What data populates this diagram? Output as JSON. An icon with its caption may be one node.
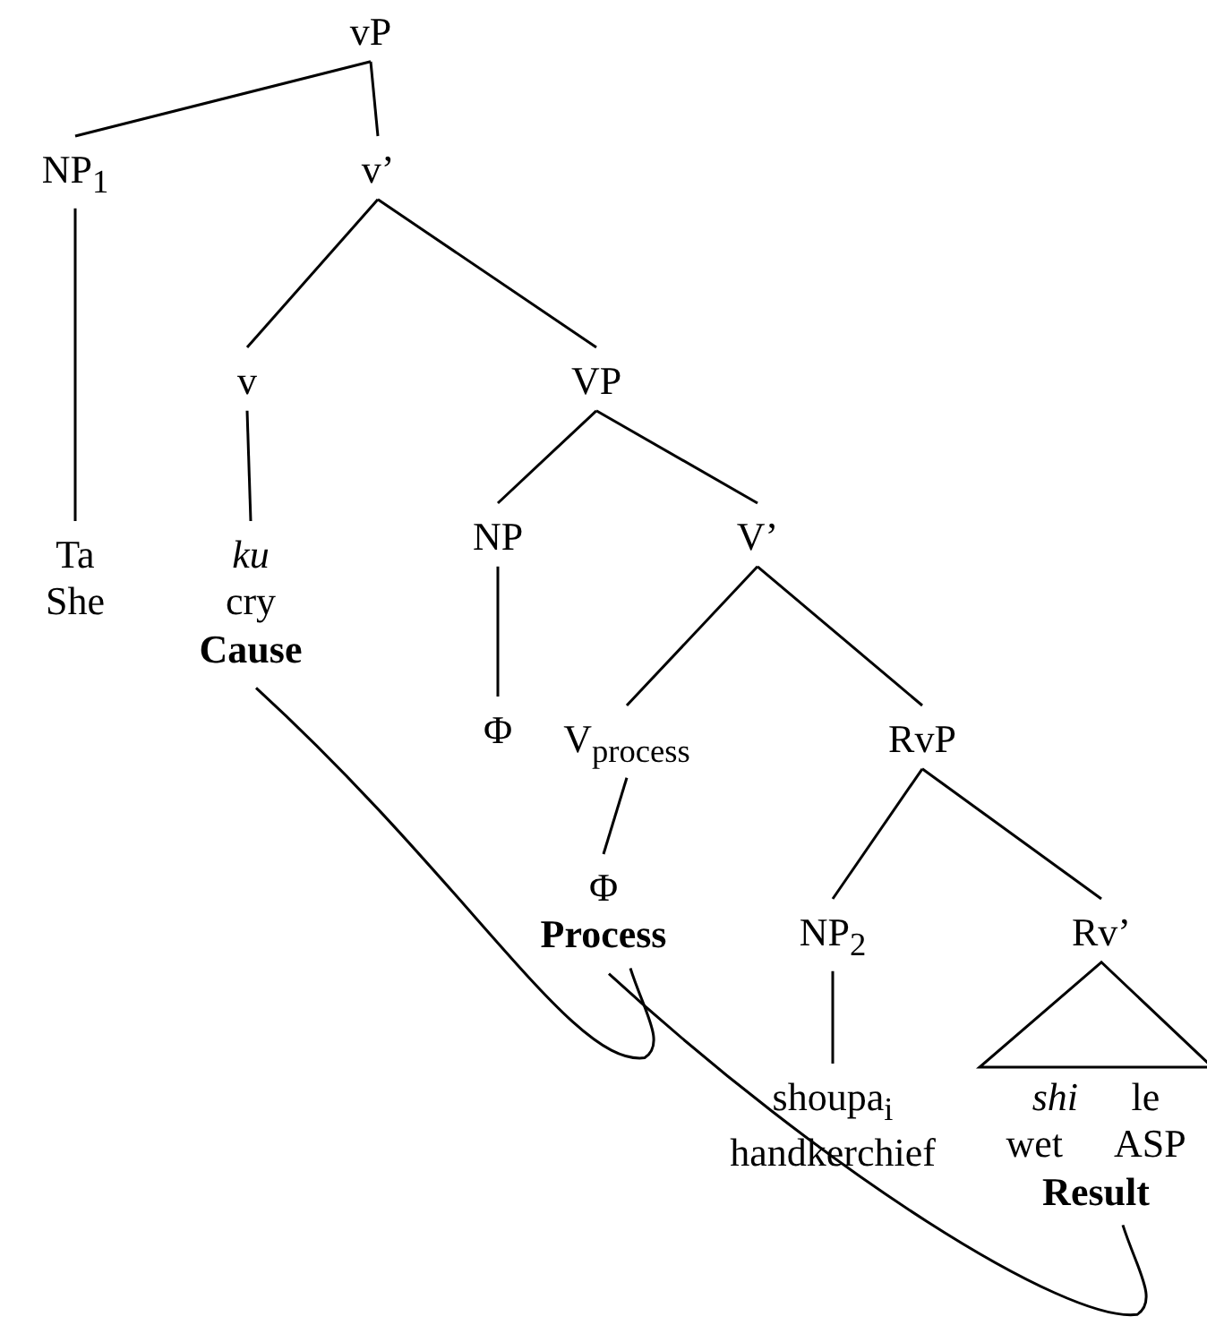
{
  "diagram": {
    "nodes": [
      {
        "text": [
          "vP"
        ]
      },
      {
        "text": [
          "NP$_{1}$"
        ]
      },
      {
        "text": [
          "v’"
        ]
      },
      {
        "text": [
          "Ta",
          "She"
        ]
      },
      {
        "text": [
          "v"
        ]
      },
      {
        "text": [
          "VP"
        ]
      },
      {
        "text": [
          "ku",
          "cry",
          "Cause"
        ]
      },
      {
        "text": [
          "NP"
        ]
      },
      {
        "text": [
          "V’"
        ]
      },
      {
        "text": [
          "Φ"
        ]
      },
      {
        "text": [
          "V$_{process}$"
        ]
      },
      {
        "text": [
          "RvP"
        ]
      },
      {
        "text": [
          "Φ",
          "Process"
        ]
      },
      {
        "text": [
          "NP$_{2}$"
        ]
      },
      {
        "text": [
          "Rv’"
        ]
      },
      {
        "text": [
          "*shi* le",
          "wet ASP",
          "Result"
        ]
      },
      {
        "text": [
          "shoupa$_{i}$",
          "handkerchief"
        ]
      }
    ],
    "edges": [
      {
        "from": 0,
        "to": 1,
        "arrow": "none"
      },
      {
        "from": 0,
        "to": 2,
        "arrow": "none"
      },
      {
        "from": 1,
        "to": 3,
        "arrow": "none"
      },
      {
        "from": 2,
        "to": 4,
        "arrow": "none"
      },
      {
        "from": 2,
        "to": 5,
        "arrow": "none"
      },
      {
        "from": 4,
        "to": 6,
        "arrow": "none"
      },
      {
        "from": 5,
        "to": 7,
        "arrow": "none"
      },
      {
        "from": 5,
        "to": 8,
        "arrow": "none"
      },
      {
        "from": 7,
        "to": 9,
        "arrow": "none"
      },
      {
        "from": 8,
        "to": 10,
        "arrow": "none"
      },
      {
        "from": 8,
        "to": 11,
        "arrow": "none"
      },
      {
        "from": 10,
        "to": 12,
        "arrow": "none"
      },
      {
        "from": 11,
        "to": 13,
        "arrow": "none"
      },
      {
        "from": 11,
        "to": 14,
        "arrow": "none"
      },
      {
        "from": 13,
        "to": 16,
        "arrow": "none"
      },
      {
        "from": 14,
        "to": 15,
        "arrow": "none"
      },
      {
        "from": 6,
        "to": 12,
        "arrow": "none"
      },
      {
        "from": 12,
        "to": 15,
        "arrow": "none"
      }
    ]
  }
}
